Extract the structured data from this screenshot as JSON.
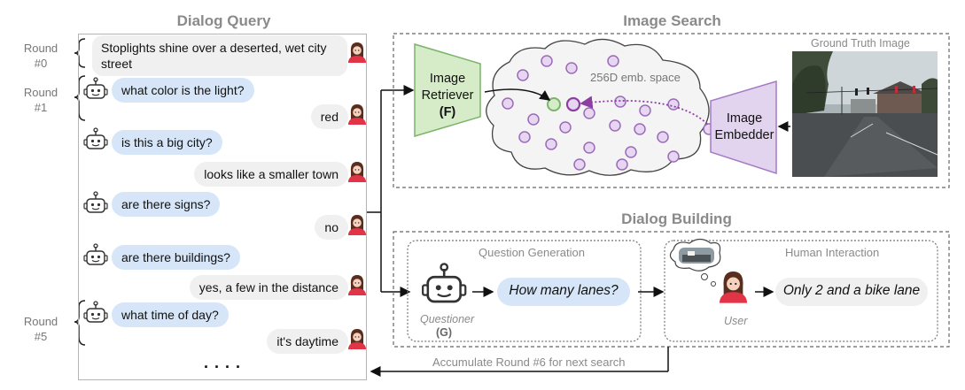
{
  "dialog_query": {
    "title": "Dialog Query",
    "round_labels": [
      {
        "round": "Round",
        "num": "#0"
      },
      {
        "round": "Round",
        "num": "#1"
      },
      {
        "round": "Round",
        "num": "#5"
      }
    ],
    "caption": "Stoplights shine over a deserted, wet city street",
    "turns": [
      {
        "question": "what color is the light?",
        "answer": "red"
      },
      {
        "question": "is this a big city?",
        "answer": "looks like a smaller town"
      },
      {
        "question": "are there signs?",
        "answer": "no"
      },
      {
        "question": "are there buildings?",
        "answer": "yes, a few in the distance"
      },
      {
        "question": "what time of day?",
        "answer": "it's daytime"
      }
    ],
    "ellipsis": ". . . ."
  },
  "image_search": {
    "title": "Image Search",
    "retriever_line1": "Image",
    "retriever_line2": "Retriever",
    "retriever_symbol": "(F)",
    "embedding_label": "256D emb. space",
    "ground_truth_label": "Ground Truth Image",
    "embedder_line1": "Image",
    "embedder_line2": "Embedder"
  },
  "dialog_building": {
    "title": "Dialog Building",
    "question_generation_label": "Question Generation",
    "questioner_label": "Questioner",
    "questioner_symbol": "(G)",
    "generated_question": "How many lanes?",
    "human_interaction_label": "Human Interaction",
    "user_label": "User",
    "user_answer": "Only 2 and a bike lane"
  },
  "feedback_label": "Accumulate Round #6 for next search",
  "colors": {
    "retriever_fill": "#d6ecc8",
    "retriever_stroke": "#7ab36a",
    "embedder_fill": "#e2d3ee",
    "embedder_stroke": "#a47ac6",
    "dot_fill": "#e6d6f2",
    "dot_stroke": "#9b6bb8",
    "question_bubble": "#d6e6f8",
    "answer_bubble": "#f0f0f0"
  }
}
